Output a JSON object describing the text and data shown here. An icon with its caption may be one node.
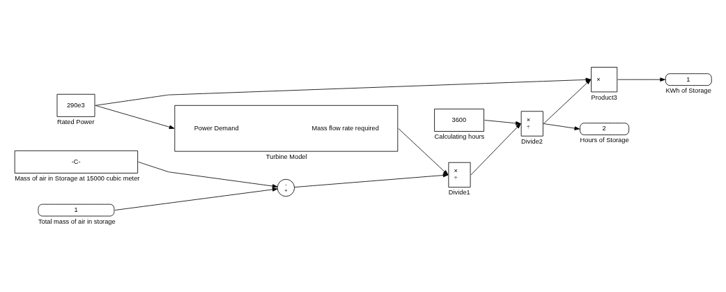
{
  "diagram": {
    "nodes": [
      {
        "text": [
          "290e3"
        ],
        "beside": [
          "Rated Power"
        ]
      },
      {
        "text": [
          "-C-"
        ],
        "beside": [
          "Mass of air in Storage at 15000 cubic meter"
        ]
      },
      {
        "text": [
          "1"
        ],
        "beside": [
          "Total mass of air in storage"
        ]
      },
      {
        "text": [
          "-",
          "+"
        ]
      },
      {
        "text": [
          "Power Demand",
          "Mass flow rate required"
        ],
        "beside": [
          "Turbine Model"
        ]
      },
      {
        "text": [
          "×",
          "÷"
        ],
        "beside": [
          "Divide1"
        ]
      },
      {
        "text": [
          "3600"
        ],
        "beside": [
          "Calculating hours"
        ]
      },
      {
        "text": [
          "×",
          "÷"
        ],
        "beside": [
          "Divide2"
        ]
      },
      {
        "text": [
          "×"
        ],
        "beside": [
          "Product3"
        ]
      },
      {
        "text": [
          "1"
        ],
        "beside": [
          "KWh of Storage"
        ]
      },
      {
        "text": [
          "2"
        ],
        "beside": [
          "Hours of Storage"
        ]
      }
    ],
    "edges": [
      {
        "from": 0,
        "to": 8,
        "arrow": "to"
      },
      {
        "from": 0,
        "to": 4,
        "arrow": "to"
      },
      {
        "from": 1,
        "to": 3,
        "arrow": "to"
      },
      {
        "from": 2,
        "to": 3,
        "arrow": "to"
      },
      {
        "from": 3,
        "to": 5,
        "arrow": "to"
      },
      {
        "from": 4,
        "to": 5,
        "arrow": "to"
      },
      {
        "from": 5,
        "to": 7,
        "arrow": "to"
      },
      {
        "from": 6,
        "to": 7,
        "arrow": "to"
      },
      {
        "from": 7,
        "to": 8,
        "arrow": "to"
      },
      {
        "from": 7,
        "to": 10,
        "arrow": "to"
      },
      {
        "from": 8,
        "to": 9,
        "arrow": "to"
      }
    ]
  }
}
